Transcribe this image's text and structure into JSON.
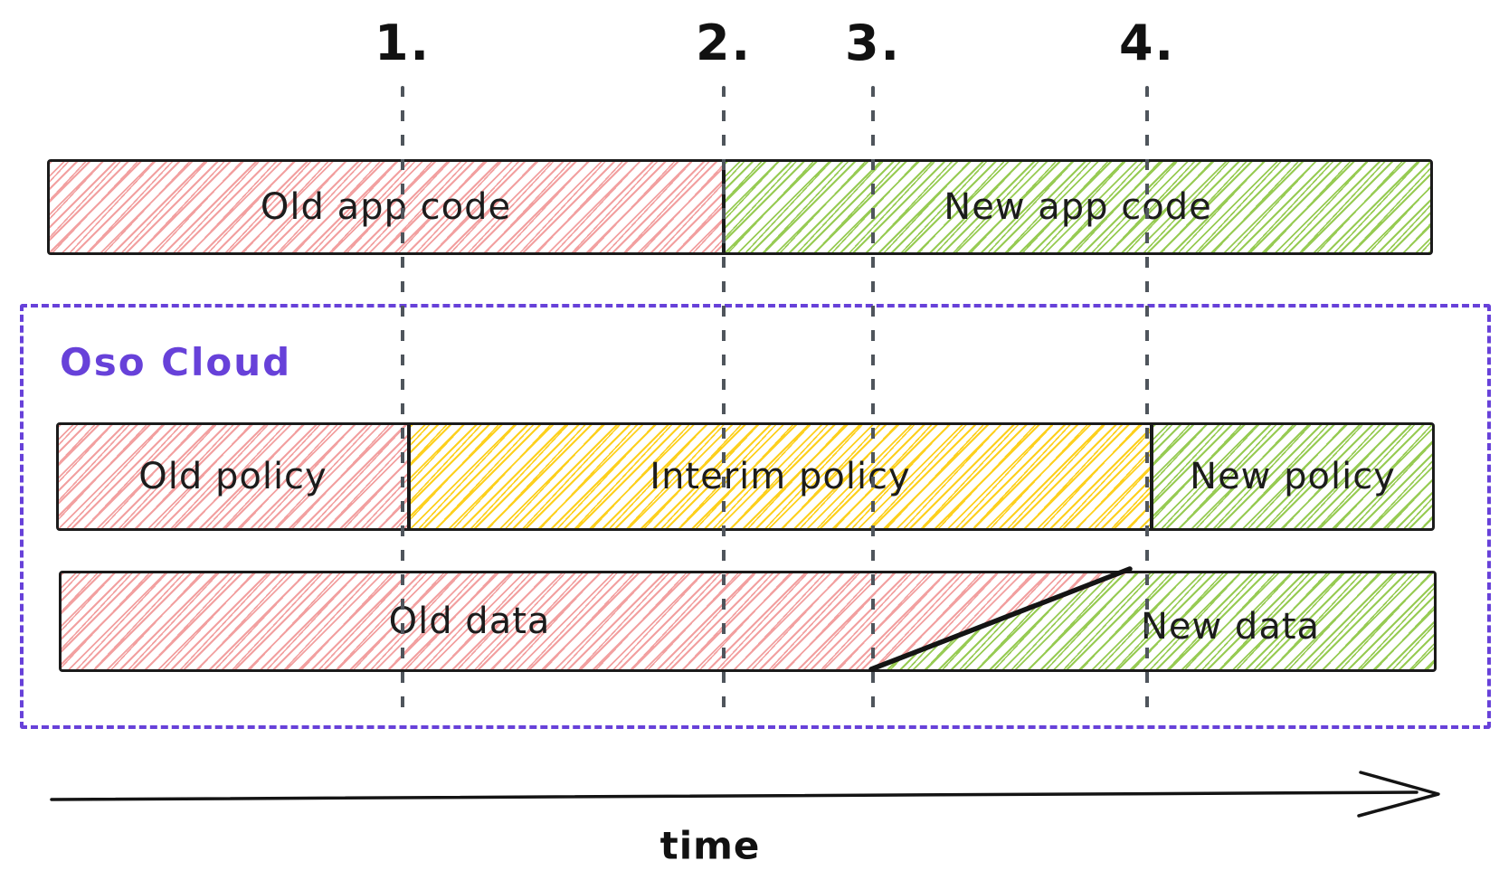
{
  "markers": [
    {
      "label": "1."
    },
    {
      "label": "2."
    },
    {
      "label": "3."
    },
    {
      "label": "4."
    }
  ],
  "app_code_bar": {
    "old_label": "Old app code",
    "new_label": "New app code"
  },
  "oso_cloud": {
    "label": "Oso Cloud"
  },
  "policy_bar": {
    "old_label": "Old policy",
    "interim_label": "Interim policy",
    "new_label": "New policy"
  },
  "data_bar": {
    "old_label": "Old data",
    "new_label": "New data"
  },
  "timeline": {
    "label": "time"
  },
  "colors": {
    "red": "#f2a0a0",
    "yellow": "#fdd01e",
    "green": "#97cb53",
    "purple": "#6741d9",
    "stroke": "#1b1b1b",
    "marker": "#4f555c"
  }
}
